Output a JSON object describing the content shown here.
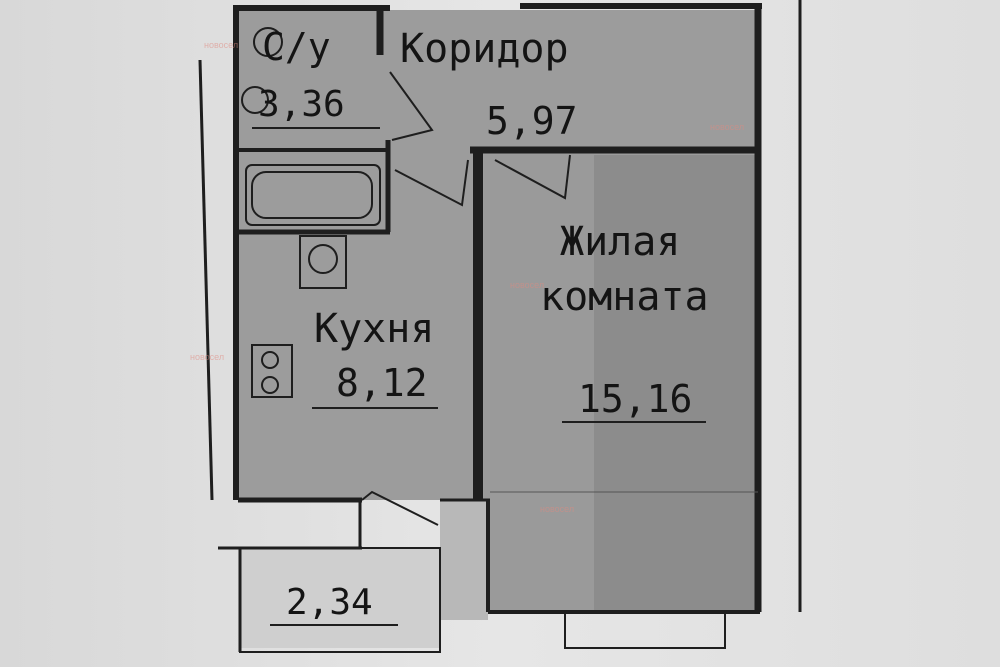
{
  "rooms": {
    "bathroom": {
      "name": "С/у",
      "area": "3,36"
    },
    "corridor": {
      "name": "Коридор",
      "area": "5,97"
    },
    "living_room": {
      "name_line1": "Жилая",
      "name_line2": "комната",
      "area": "15,16"
    },
    "kitchen": {
      "name": "Кухня",
      "area": "8,12"
    },
    "balcony": {
      "area": "2,34"
    }
  },
  "watermark": "новосел"
}
